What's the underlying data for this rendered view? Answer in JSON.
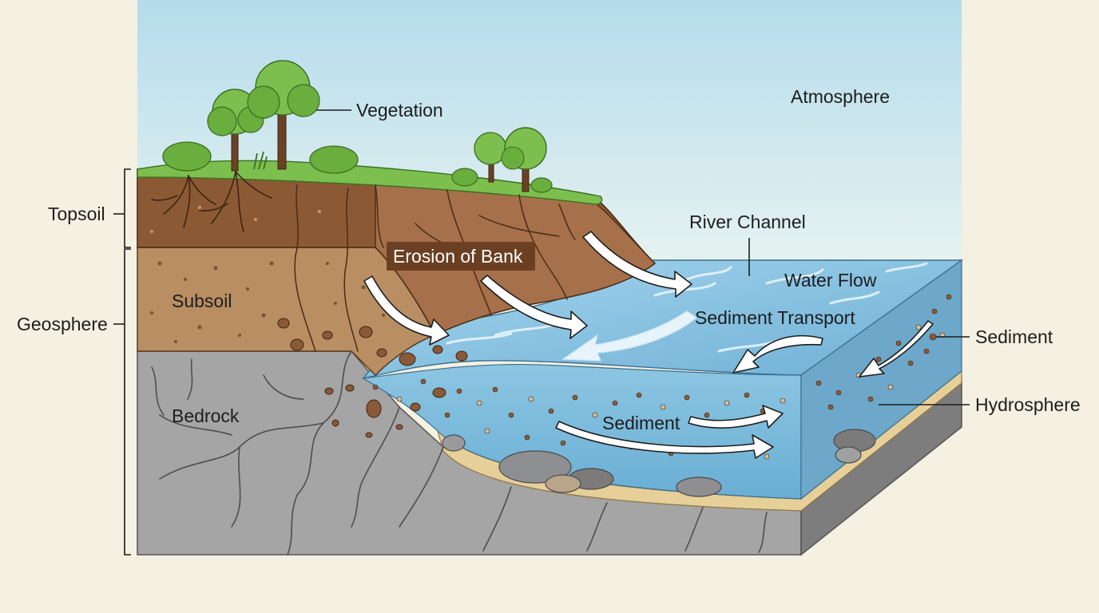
{
  "labels": {
    "vegetation": "Vegetation",
    "atmosphere": "Atmosphere",
    "topsoil": "Topsoil",
    "subsoil": "Subsoil",
    "geosphere": "Geosphere",
    "bedrock": "Bedrock",
    "erosion_of_bank": "Erosion of Bank",
    "river_channel": "River Channel",
    "water_flow": "Water Flow",
    "sediment_transport": "Sediment Transport",
    "sediment_right": "Sediment",
    "hydrosphere": "Hydrosphere",
    "sediment_bed": "Sediment"
  },
  "colors": {
    "background": "#f4f0e2",
    "sky_top": "#b4dcec",
    "sky_bottom": "#e6f2f0",
    "grass": "#7cbf4e",
    "topsoil": "#8b5a35",
    "subsoil": "#b98e62",
    "bedrock": "#a5a5a5",
    "water": "#7fbcdc",
    "sand": "#e6cf98",
    "erosion_label_bg": "#6b3f22"
  }
}
